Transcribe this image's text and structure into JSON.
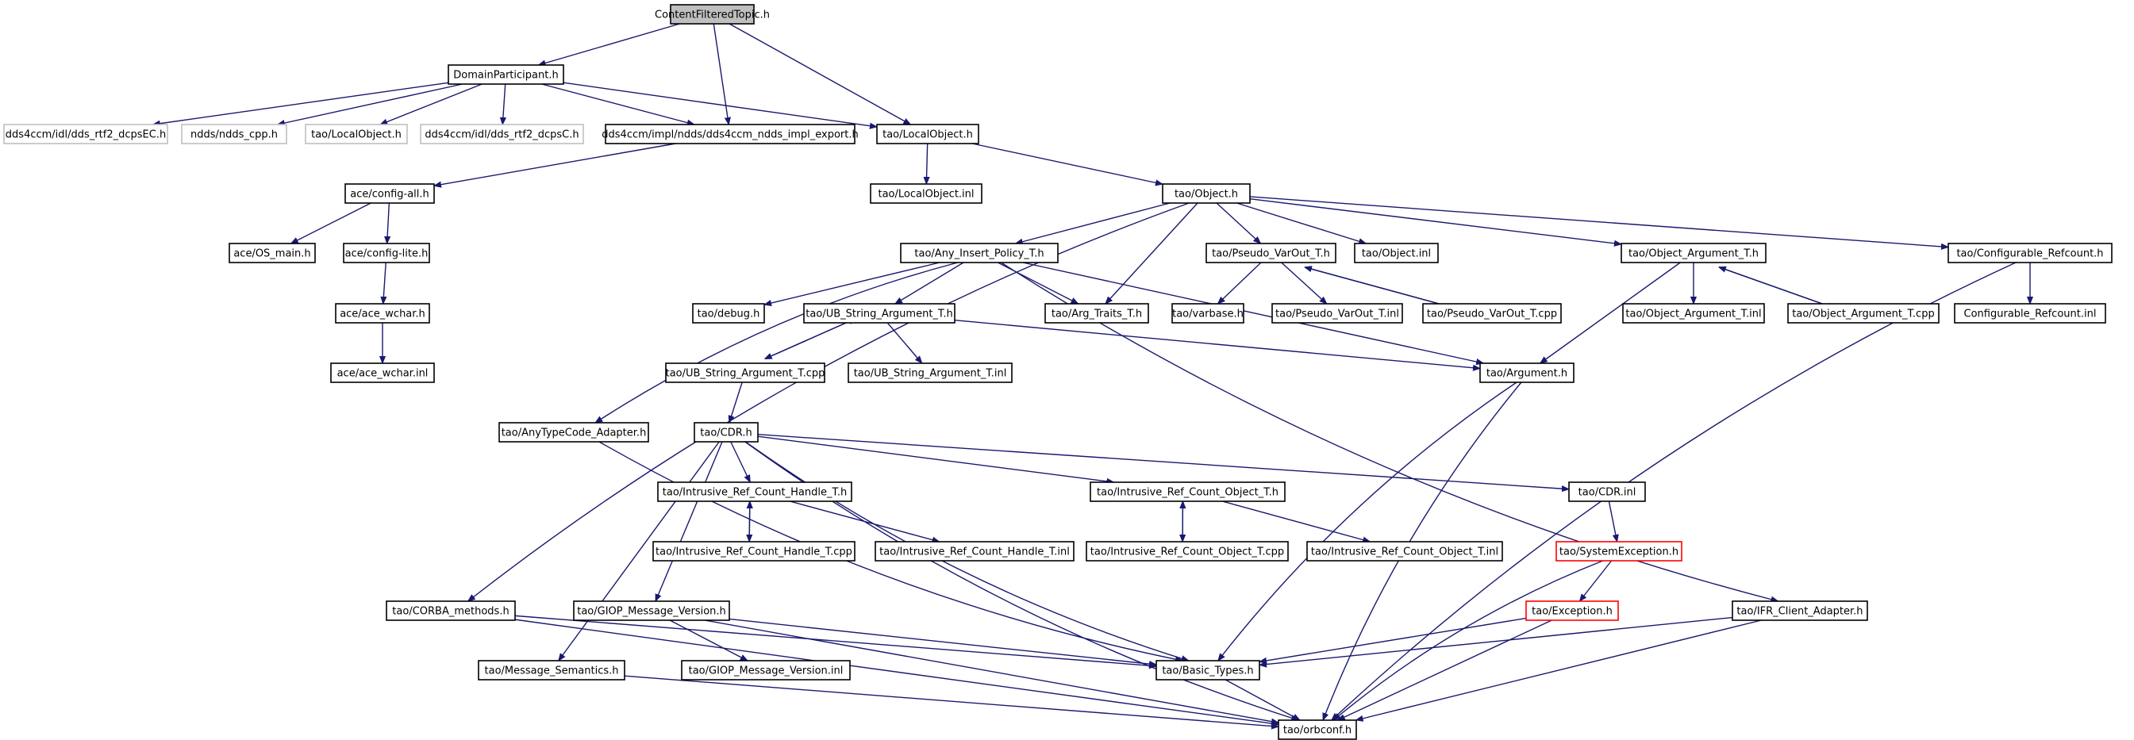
{
  "graph": {
    "nodes": [
      {
        "id": "n0",
        "label": "ContentFilteredTopic.h"
      },
      {
        "id": "n1",
        "label": "DomainParticipant.h"
      },
      {
        "id": "n2",
        "label": "dds4ccm/idl/dds_rtf2_dcpsEC.h"
      },
      {
        "id": "n3",
        "label": "ndds/ndds_cpp.h"
      },
      {
        "id": "n4",
        "label": "tao/LocalObject.h"
      },
      {
        "id": "n5",
        "label": "dds4ccm/idl/dds_rtf2_dcpsC.h"
      },
      {
        "id": "n6",
        "label": "dds4ccm/impl/ndds/dds4ccm_ndds_impl_export.h"
      },
      {
        "id": "n7",
        "label": "tao/LocalObject.h"
      },
      {
        "id": "n8",
        "label": "ace/config-all.h"
      },
      {
        "id": "n9",
        "label": "tao/LocalObject.inl"
      },
      {
        "id": "n10",
        "label": "tao/Object.h"
      },
      {
        "id": "n11",
        "label": "ace/OS_main.h"
      },
      {
        "id": "n12",
        "label": "ace/config-lite.h"
      },
      {
        "id": "n13",
        "label": "tao/Any_Insert_Policy_T.h"
      },
      {
        "id": "n14",
        "label": "tao/Pseudo_VarOut_T.h"
      },
      {
        "id": "n15",
        "label": "tao/Object.inl"
      },
      {
        "id": "n16",
        "label": "tao/Object_Argument_T.h"
      },
      {
        "id": "n17",
        "label": "tao/Configurable_Refcount.h"
      },
      {
        "id": "n18",
        "label": "ace/ace_wchar.h"
      },
      {
        "id": "n19",
        "label": "tao/debug.h"
      },
      {
        "id": "n20",
        "label": "tao/UB_String_Argument_T.h"
      },
      {
        "id": "n21",
        "label": "tao/Arg_Traits_T.h"
      },
      {
        "id": "n22",
        "label": "tao/varbase.h"
      },
      {
        "id": "n23",
        "label": "tao/Pseudo_VarOut_T.inl"
      },
      {
        "id": "n24",
        "label": "tao/Pseudo_VarOut_T.cpp"
      },
      {
        "id": "n25",
        "label": "tao/Object_Argument_T.inl"
      },
      {
        "id": "n26",
        "label": "tao/Object_Argument_T.cpp"
      },
      {
        "id": "n27",
        "label": "Configurable_Refcount.inl"
      },
      {
        "id": "n28",
        "label": "ace/ace_wchar.inl"
      },
      {
        "id": "n29",
        "label": "tao/UB_String_Argument_T.cpp"
      },
      {
        "id": "n30",
        "label": "tao/UB_String_Argument_T.inl"
      },
      {
        "id": "n31",
        "label": "tao/Argument.h"
      },
      {
        "id": "n32",
        "label": "tao/AnyTypeCode_Adapter.h"
      },
      {
        "id": "n33",
        "label": "tao/CDR.h"
      },
      {
        "id": "n34",
        "label": "tao/Intrusive_Ref_Count_Handle_T.h"
      },
      {
        "id": "n35",
        "label": "tao/Intrusive_Ref_Count_Object_T.h"
      },
      {
        "id": "n36",
        "label": "tao/CDR.inl"
      },
      {
        "id": "n37",
        "label": "tao/Intrusive_Ref_Count_Handle_T.cpp"
      },
      {
        "id": "n38",
        "label": "tao/Intrusive_Ref_Count_Handle_T.inl"
      },
      {
        "id": "n39",
        "label": "tao/Intrusive_Ref_Count_Object_T.cpp"
      },
      {
        "id": "n40",
        "label": "tao/Intrusive_Ref_Count_Object_T.inl"
      },
      {
        "id": "n41",
        "label": "tao/SystemException.h"
      },
      {
        "id": "n42",
        "label": "tao/CORBA_methods.h"
      },
      {
        "id": "n43",
        "label": "tao/GIOP_Message_Version.h"
      },
      {
        "id": "n44",
        "label": "tao/Exception.h"
      },
      {
        "id": "n45",
        "label": "tao/IFR_Client_Adapter.h"
      },
      {
        "id": "n46",
        "label": "tao/Message_Semantics.h"
      },
      {
        "id": "n47",
        "label": "tao/GIOP_Message_Version.inl"
      },
      {
        "id": "n48",
        "label": "tao/Basic_Types.h"
      },
      {
        "id": "n49",
        "label": "tao/orbconf.h"
      }
    ],
    "edges": [
      [
        "n0",
        "n1"
      ],
      [
        "n0",
        "n6"
      ],
      [
        "n0",
        "n7"
      ],
      [
        "n1",
        "n2"
      ],
      [
        "n1",
        "n3"
      ],
      [
        "n1",
        "n4"
      ],
      [
        "n1",
        "n5"
      ],
      [
        "n1",
        "n6"
      ],
      [
        "n1",
        "n7"
      ],
      [
        "n6",
        "n8"
      ],
      [
        "n7",
        "n9"
      ],
      [
        "n7",
        "n10"
      ],
      [
        "n8",
        "n11"
      ],
      [
        "n8",
        "n12"
      ],
      [
        "n12",
        "n18"
      ],
      [
        "n18",
        "n28"
      ],
      [
        "n10",
        "n13"
      ],
      [
        "n10",
        "n14"
      ],
      [
        "n10",
        "n15"
      ],
      [
        "n10",
        "n16"
      ],
      [
        "n10",
        "n17"
      ],
      [
        "n10",
        "n21"
      ],
      [
        "n10",
        "n42"
      ],
      [
        "n13",
        "n19"
      ],
      [
        "n13",
        "n20"
      ],
      [
        "n13",
        "n21"
      ],
      [
        "n13",
        "n31"
      ],
      [
        "n13",
        "n32"
      ],
      [
        "n13",
        "n45"
      ],
      [
        "n14",
        "n22"
      ],
      [
        "n14",
        "n23"
      ],
      [
        "n14",
        "n24"
      ],
      [
        "n24",
        "n14"
      ],
      [
        "n16",
        "n25"
      ],
      [
        "n16",
        "n26"
      ],
      [
        "n26",
        "n16"
      ],
      [
        "n16",
        "n31"
      ],
      [
        "n17",
        "n27"
      ],
      [
        "n17",
        "n49"
      ],
      [
        "n20",
        "n29"
      ],
      [
        "n29",
        "n20"
      ],
      [
        "n20",
        "n30"
      ],
      [
        "n20",
        "n31"
      ],
      [
        "n29",
        "n33"
      ],
      [
        "n31",
        "n48"
      ],
      [
        "n31",
        "n49"
      ],
      [
        "n32",
        "n48"
      ],
      [
        "n33",
        "n34"
      ],
      [
        "n33",
        "n35"
      ],
      [
        "n33",
        "n36"
      ],
      [
        "n33",
        "n43"
      ],
      [
        "n33",
        "n46"
      ],
      [
        "n33",
        "n48"
      ],
      [
        "n33",
        "n49"
      ],
      [
        "n34",
        "n37"
      ],
      [
        "n37",
        "n34"
      ],
      [
        "n34",
        "n38"
      ],
      [
        "n35",
        "n39"
      ],
      [
        "n39",
        "n35"
      ],
      [
        "n35",
        "n40"
      ],
      [
        "n36",
        "n41"
      ],
      [
        "n41",
        "n44"
      ],
      [
        "n41",
        "n49"
      ],
      [
        "n44",
        "n48"
      ],
      [
        "n44",
        "n49"
      ],
      [
        "n42",
        "n48"
      ],
      [
        "n42",
        "n49"
      ],
      [
        "n43",
        "n47"
      ],
      [
        "n43",
        "n48"
      ],
      [
        "n43",
        "n49"
      ],
      [
        "n45",
        "n48"
      ],
      [
        "n45",
        "n49"
      ],
      [
        "n46",
        "n49"
      ],
      [
        "n48",
        "n49"
      ]
    ]
  }
}
